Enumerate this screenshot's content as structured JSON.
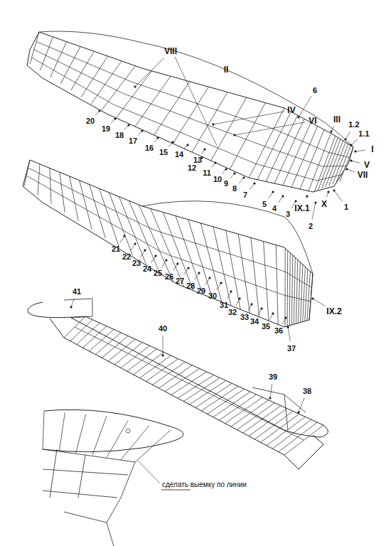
{
  "diagram": {
    "labels": [
      "VIII",
      "II",
      "20",
      "19",
      "18",
      "17",
      "16",
      "15",
      "14",
      "13",
      "12",
      "11",
      "10",
      "9",
      "8",
      "7",
      "5",
      "4",
      "3",
      "2",
      "1",
      "IV",
      "VI",
      "6",
      "III",
      "1.2",
      "1.1",
      "I",
      "V",
      "VII",
      "IX.1",
      "X",
      "21",
      "22",
      "23",
      "24",
      "25",
      "26",
      "27",
      "28",
      "29",
      "30",
      "31",
      "32",
      "33",
      "34",
      "35",
      "36",
      "IX.2",
      "37",
      "41",
      "40",
      "39",
      "38",
      "сделать выемку по линии"
    ]
  }
}
